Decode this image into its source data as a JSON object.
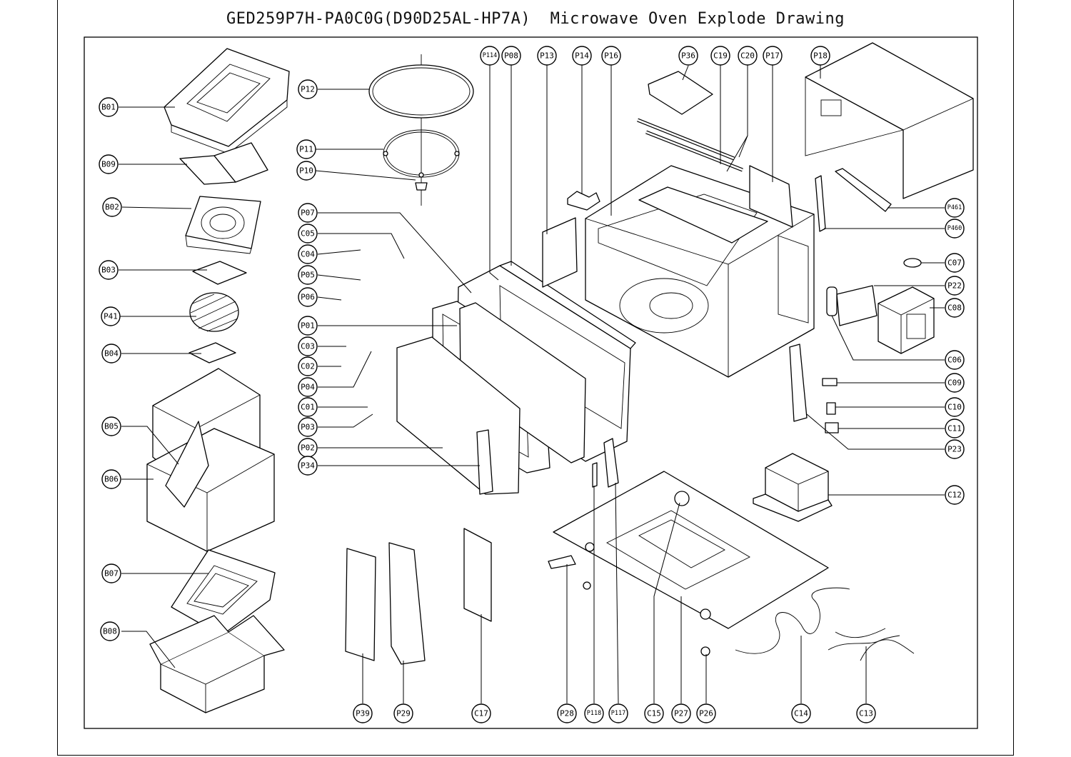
{
  "title": "GED259P7H-PA0C0G(D90D25AL-HP7A)  Microwave Oven Explode Drawing",
  "labels": {
    "B01": "B01",
    "B09": "B09",
    "B02": "B02",
    "B03": "B03",
    "P41": "P41",
    "B04": "B04",
    "B05": "B05",
    "B06": "B06",
    "B07": "B07",
    "B08": "B08",
    "P12": "P12",
    "P11": "P11",
    "P10": "P10",
    "P07": "P07",
    "C05": "C05",
    "C04": "C04",
    "P05": "P05",
    "P06": "P06",
    "P01": "P01",
    "C03": "C03",
    "C02": "C02",
    "P04": "P04",
    "C01": "C01",
    "P03": "P03",
    "P02": "P02",
    "P34": "P34",
    "P114": "P114",
    "P08": "P08",
    "P13": "P13",
    "P14": "P14",
    "P16": "P16",
    "P36": "P36",
    "C19": "C19",
    "C20": "C20",
    "P17": "P17",
    "P18": "P18",
    "P461": "P461",
    "P460": "P460",
    "C07": "C07",
    "P22": "P22",
    "C08": "C08",
    "C06": "C06",
    "C09": "C09",
    "C10": "C10",
    "C11": "C11",
    "P23": "P23",
    "C12": "C12",
    "P39": "P39",
    "P29": "P29",
    "C17": "C17",
    "P28": "P28",
    "P118": "P118",
    "P117": "P117",
    "C15": "C15",
    "P27": "P27",
    "P26": "P26",
    "C14": "C14",
    "C13": "C13"
  },
  "parts": {
    "packaging": [
      "B01",
      "B09",
      "B02",
      "B03",
      "P41",
      "B04",
      "B05",
      "B06",
      "B07",
      "B08"
    ],
    "turntable": [
      "P12",
      "P11",
      "P10"
    ],
    "door": [
      "P07",
      "C05",
      "C04",
      "P05",
      "P06",
      "P01",
      "C03",
      "C02",
      "P04",
      "C01",
      "P03",
      "P02",
      "P34",
      "P114",
      "P08",
      "P13"
    ],
    "cavity": [
      "P14",
      "P16",
      "P36",
      "C19",
      "C20",
      "P17",
      "P18",
      "P461",
      "P460"
    ],
    "electrical": [
      "C07",
      "P22",
      "C08",
      "C06",
      "C09",
      "C10",
      "C11",
      "P23",
      "C12"
    ],
    "base_and_panel": [
      "P39",
      "P29",
      "C17",
      "P28",
      "P118",
      "P117",
      "C15",
      "P27",
      "P26",
      "C14",
      "C13"
    ]
  }
}
